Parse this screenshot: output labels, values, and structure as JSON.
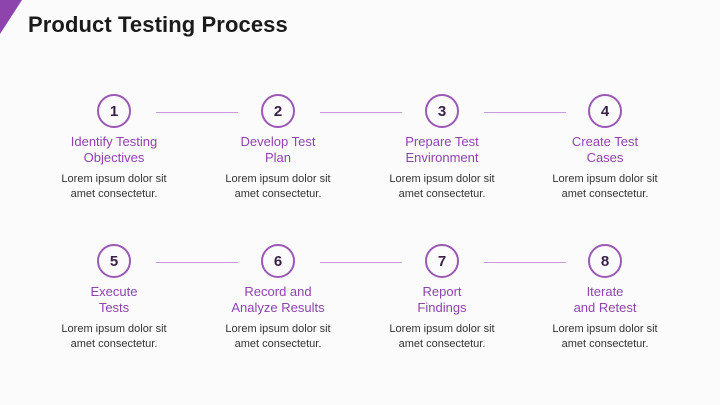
{
  "slide": {
    "title": "Product Testing Process",
    "accent_color": "#8e44ad"
  },
  "steps": [
    {
      "number": "1",
      "title": "Identify Testing\nObjectives",
      "description": "Lorem ipsum dolor sit\namet consectetur."
    },
    {
      "number": "2",
      "title": "Develop Test\nPlan",
      "description": "Lorem ipsum dolor sit\namet consectetur."
    },
    {
      "number": "3",
      "title": "Prepare Test\nEnvironment",
      "description": "Lorem ipsum dolor sit\namet consectetur."
    },
    {
      "number": "4",
      "title": "Create Test\nCases",
      "description": "Lorem ipsum dolor sit\namet consectetur."
    },
    {
      "number": "5",
      "title": "Execute\nTests",
      "description": "Lorem ipsum dolor sit\namet consectetur."
    },
    {
      "number": "6",
      "title": "Record and\nAnalyze Results",
      "description": "Lorem ipsum dolor sit\namet consectetur."
    },
    {
      "number": "7",
      "title": "Report\nFindings",
      "description": "Lorem ipsum dolor sit\namet consectetur."
    },
    {
      "number": "8",
      "title": "Iterate\nand Retest",
      "description": "Lorem ipsum dolor sit\namet consectetur."
    }
  ]
}
